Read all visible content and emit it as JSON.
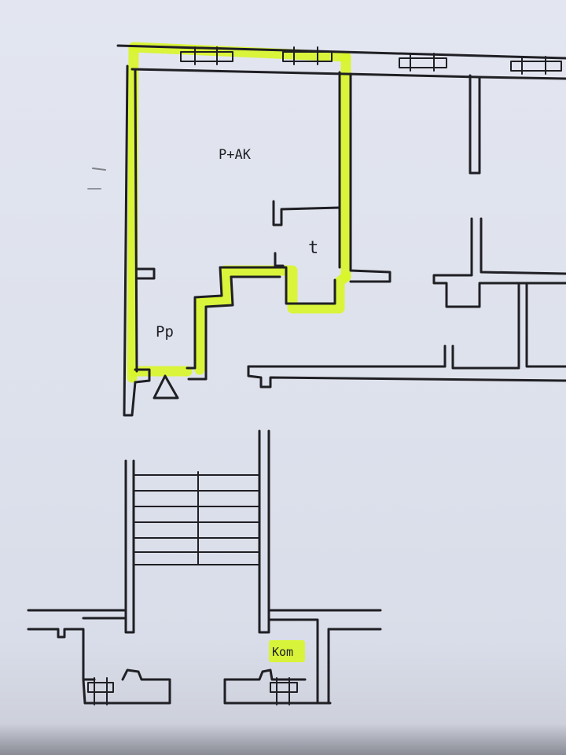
{
  "plan": {
    "colors": {
      "paper": "#e3e6f0",
      "ink": "#1f1f24",
      "highlight": "#d8f52a"
    },
    "labels": {
      "main_room": "P+AK",
      "toilet": "t",
      "hallway": "Pp",
      "storage": "Kom"
    },
    "icons": {
      "entrance": "triangle-entrance-icon"
    }
  }
}
